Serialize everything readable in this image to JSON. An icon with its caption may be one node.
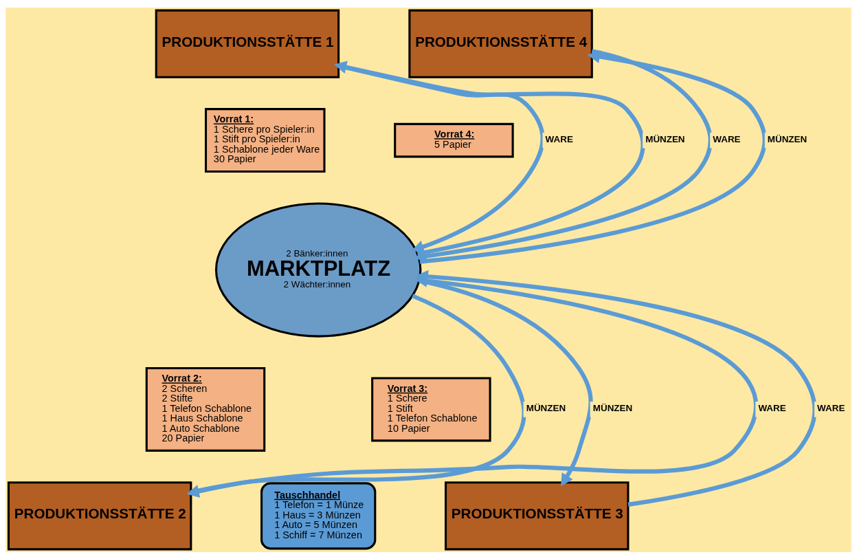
{
  "diagram": {
    "nodes": [
      {
        "text": [
          "PRODUKTIONSSTÄTTE 1"
        ]
      },
      {
        "text": [
          "PRODUKTIONSSTÄTTE 4"
        ]
      },
      {
        "text": [
          "Vorrat 1:",
          "1 Schere pro Spieler:in",
          "1 Stift pro Spieler:in",
          "1 Schablone jeder Ware",
          "30 Papier"
        ]
      },
      {
        "text": [
          "Vorrat 4:",
          "5 Papier"
        ]
      },
      {
        "text": [
          "2 Bänker:innen",
          "MARKTPLATZ",
          "2 Wächter:innen"
        ]
      },
      {
        "text": [
          "Vorrat 2:",
          "2 Scheren",
          "2 Stifte",
          "1 Telefon Schablone",
          "1 Haus Schablone",
          "1 Auto Schablone",
          "20 Papier"
        ]
      },
      {
        "text": [
          "Vorrat 3:",
          "1 Schere",
          "1 Stift",
          "1 Telefon Schablone",
          "10 Papier"
        ]
      },
      {
        "text": [
          "Tauschhandel",
          "1 Telefon = 1 Münze",
          "1 Haus = 3 Münzen",
          "1 Auto = 5 Münzen",
          "1 Schiff = 7 Münzen"
        ]
      },
      {
        "text": [
          "PRODUKTIONSSTÄTTE 2"
        ]
      },
      {
        "text": [
          "PRODUKTIONSSTÄTTE 3"
        ]
      }
    ],
    "edges": [
      {
        "from": 4,
        "to": 0,
        "arrow": "to",
        "label": "MÜNZEN"
      },
      {
        "from": 0,
        "to": 4,
        "arrow": "to",
        "label": "WARE"
      },
      {
        "from": 1,
        "to": 4,
        "arrow": "to",
        "label": "WARE"
      },
      {
        "from": 4,
        "to": 1,
        "arrow": "to",
        "label": "MÜNZEN"
      },
      {
        "from": 4,
        "to": 8,
        "arrow": "to",
        "label": "MÜNZEN"
      },
      {
        "from": 8,
        "to": 4,
        "arrow": "to",
        "label": "WARE"
      },
      {
        "from": 9,
        "to": 4,
        "arrow": "to",
        "label": "WARE"
      },
      {
        "from": 4,
        "to": 9,
        "arrow": "to",
        "label": "MÜNZEN"
      }
    ]
  }
}
